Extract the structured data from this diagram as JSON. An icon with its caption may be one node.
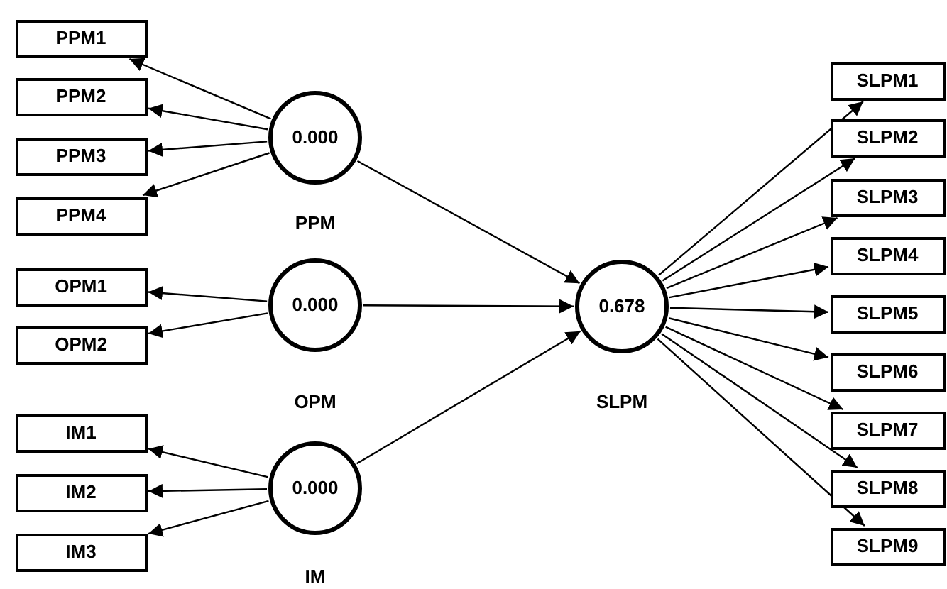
{
  "diagram": {
    "nodes": [
      {
        "text": [
          "0.000"
        ],
        "beside": [
          "PPM"
        ]
      },
      {
        "text": [
          "PPM1"
        ]
      },
      {
        "text": [
          "PPM2"
        ]
      },
      {
        "text": [
          "PPM3"
        ]
      },
      {
        "text": [
          "PPM4"
        ]
      },
      {
        "text": [
          "0.000"
        ],
        "beside": [
          "OPM"
        ]
      },
      {
        "text": [
          "OPM1"
        ]
      },
      {
        "text": [
          "OPM2"
        ]
      },
      {
        "text": [
          "0.000"
        ],
        "beside": [
          "IM"
        ]
      },
      {
        "text": [
          "IM1"
        ]
      },
      {
        "text": [
          "IM2"
        ]
      },
      {
        "text": [
          "IM3"
        ]
      },
      {
        "text": [
          "0.678"
        ],
        "beside": [
          "SLPM"
        ]
      },
      {
        "text": [
          "SLPM1"
        ]
      },
      {
        "text": [
          "SLPM2"
        ]
      },
      {
        "text": [
          "SLPM3"
        ]
      },
      {
        "text": [
          "SLPM4"
        ]
      },
      {
        "text": [
          "SLPM5"
        ]
      },
      {
        "text": [
          "SLPM6"
        ]
      },
      {
        "text": [
          "SLPM7"
        ]
      },
      {
        "text": [
          "SLPM8"
        ]
      },
      {
        "text": [
          "SLPM9"
        ]
      }
    ],
    "edges": [
      {
        "from": 0,
        "to": 1,
        "arrow": "to"
      },
      {
        "from": 0,
        "to": 2,
        "arrow": "to"
      },
      {
        "from": 0,
        "to": 3,
        "arrow": "to"
      },
      {
        "from": 0,
        "to": 4,
        "arrow": "to"
      },
      {
        "from": 5,
        "to": 6,
        "arrow": "to"
      },
      {
        "from": 5,
        "to": 7,
        "arrow": "to"
      },
      {
        "from": 8,
        "to": 9,
        "arrow": "to"
      },
      {
        "from": 8,
        "to": 10,
        "arrow": "to"
      },
      {
        "from": 8,
        "to": 11,
        "arrow": "to"
      },
      {
        "from": 0,
        "to": 12,
        "arrow": "to"
      },
      {
        "from": 5,
        "to": 12,
        "arrow": "to"
      },
      {
        "from": 8,
        "to": 12,
        "arrow": "to"
      },
      {
        "from": 12,
        "to": 13,
        "arrow": "to"
      },
      {
        "from": 12,
        "to": 14,
        "arrow": "to"
      },
      {
        "from": 12,
        "to": 15,
        "arrow": "to"
      },
      {
        "from": 12,
        "to": 16,
        "arrow": "to"
      },
      {
        "from": 12,
        "to": 17,
        "arrow": "to"
      },
      {
        "from": 12,
        "to": 18,
        "arrow": "to"
      },
      {
        "from": 12,
        "to": 19,
        "arrow": "to"
      },
      {
        "from": 12,
        "to": 20,
        "arrow": "to"
      },
      {
        "from": 12,
        "to": 21,
        "arrow": "to"
      }
    ]
  }
}
